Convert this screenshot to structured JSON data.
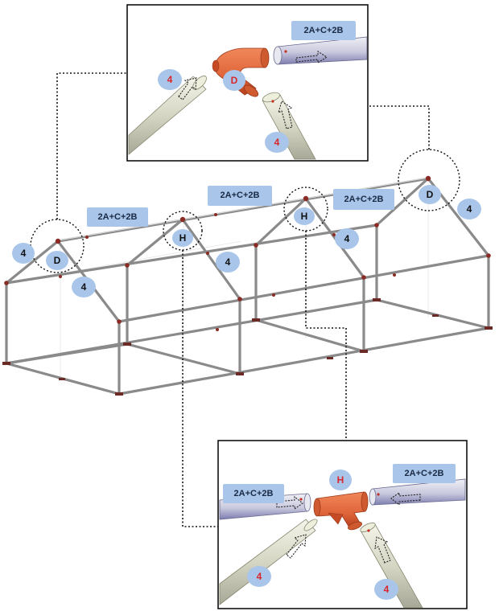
{
  "labels": {
    "segment": "2A+C+2B",
    "corner": "D",
    "middle": "H",
    "leg": "4"
  },
  "colors": {
    "label_fill": "#a9c6ea",
    "connector_orange": "#e0643a",
    "connector_letter_red": "#d8262a",
    "pipe_gray": "#8a8a8a",
    "joint_brown": "#8a2c25"
  }
}
